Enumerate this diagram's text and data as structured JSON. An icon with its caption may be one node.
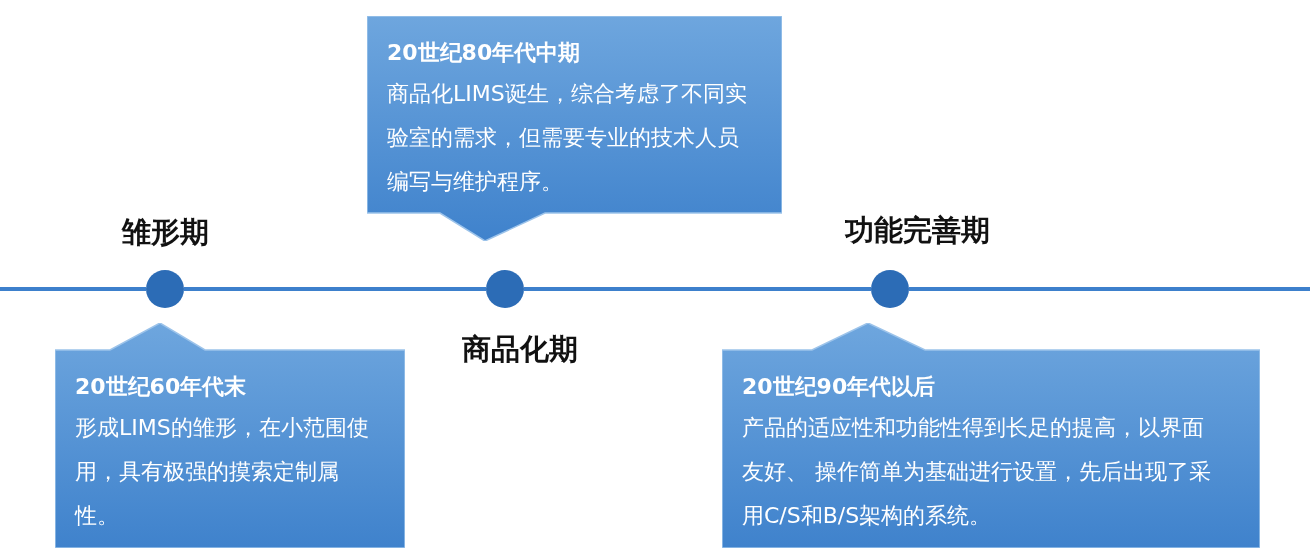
{
  "diagram": {
    "nodes": [
      {
        "text": [],
        "shape": "circle",
        "beside": [
          "雏形期"
        ]
      },
      {
        "text": [],
        "shape": "circle",
        "beside": [
          "商品化期"
        ]
      },
      {
        "text": [],
        "shape": "circle",
        "beside": [
          "功能完善期"
        ]
      },
      {
        "text": [
          "20世纪60年代末",
          "形成LIMS的雏形，在小范围使用，具有极强的摸索定制属性。"
        ]
      },
      {
        "text": [
          "20世纪80年代中期",
          "商品化LIMS诞生，综合考虑了不同实验室的需求，但需要专业的技术人员编写与维护程序。"
        ]
      },
      {
        "text": [
          "20世纪90年代以后",
          "产品的适应性和功能性得到长足的提高，以界面友好、 操作简单为基础进行设置，先后出现了采用C/S和B/S架构的系统。"
        ]
      }
    ],
    "edges": [
      {
        "from": 0,
        "to": 1,
        "arrow": "none"
      },
      {
        "from": 1,
        "to": 2,
        "arrow": "none"
      }
    ]
  }
}
